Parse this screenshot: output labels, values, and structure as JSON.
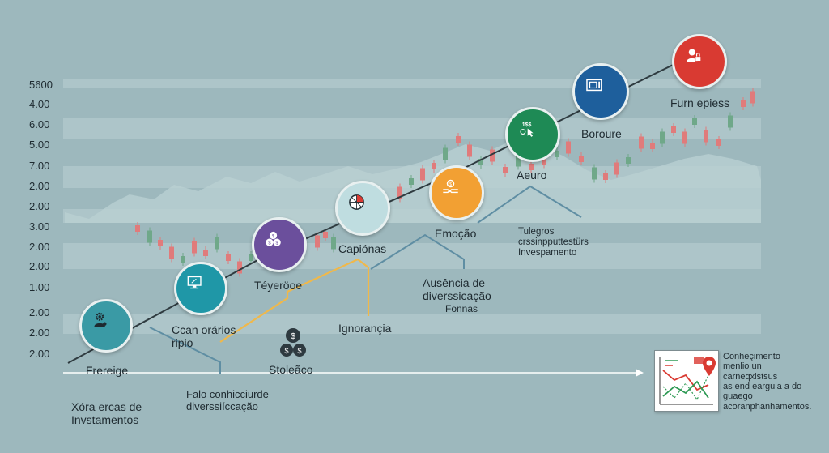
{
  "y_ticks": [
    "5600",
    "4.00",
    "6.00",
    "5.00",
    "7.00",
    "2.00",
    "2.00",
    "3.00",
    "2.00",
    "2.00",
    "1.00",
    "2.00",
    "2.00",
    "2.00"
  ],
  "nodes": [
    {
      "label": "Frereige",
      "color": "#3a9aa5",
      "icon": "gear-person-icon"
    },
    {
      "label": "Ccan orários\nripio",
      "color": "#1f97a7",
      "icon": "monitor-icon"
    },
    {
      "label": "Téyeröoe",
      "color": "#6b4f9c",
      "icon": "money-bags-icon"
    },
    {
      "label": "Capiónas",
      "color": "#bfdde0",
      "icon": "compass-icon"
    },
    {
      "label": "Emoção",
      "color": "#f2a033",
      "icon": "money-gears-icon"
    },
    {
      "label": "Aeuro",
      "color": "#1e8a55",
      "icon": "money-cursor-icon"
    },
    {
      "label": "Boroure",
      "color": "#1e5f9c",
      "icon": "safe-icon"
    },
    {
      "label": "Furn epiess",
      "color": "#d93a32",
      "icon": "person-lock-icon"
    }
  ],
  "annotations": {
    "bottom_left": "Xóra ercas de\nInvstamentos",
    "falo": "Falo conhicciurde\ndiverssiíccação",
    "stoleaco": "Stoleãco",
    "ignorancia": "Ignorançia",
    "ausencia": "Ausência de\ndiverssicação",
    "fonnas": "Fonnas",
    "tulegros": "Tulegros\ncrssinpputtestürs\nInvespamento",
    "conhecimento": "Conheçimento\nmenlio un\ncarneqxistsus\nas end eargula a do\nguaego\nacoranphanhamentos."
  },
  "colors": {
    "background": "#9db8bd",
    "trend_line": "#2f3b40",
    "orange_line": "#f0b84a",
    "blue_line": "#5f8ea3",
    "candle_red": "#e07b7b",
    "candle_green": "#6fa889"
  }
}
